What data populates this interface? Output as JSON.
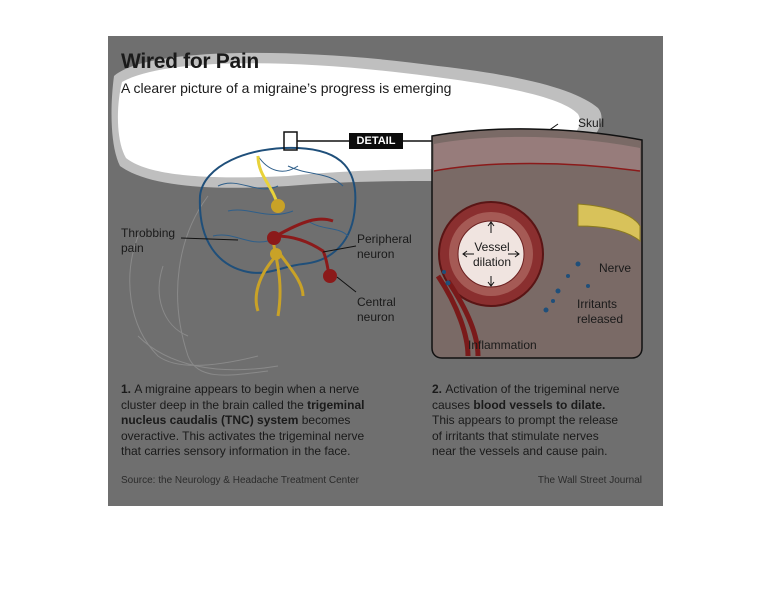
{
  "title": "Wired for Pain",
  "subtitle": "A clearer picture of a migraine’s progress is emerging",
  "detail_tag": "DETAIL",
  "labels": {
    "skull": "Skull",
    "throbbing_pain": [
      "Throbbing",
      "pain"
    ],
    "peripheral_neuron": [
      "Peripheral",
      "neuron"
    ],
    "central_neuron": [
      "Central",
      "neuron"
    ],
    "vessel_dilation": [
      "Vessel",
      "dilation"
    ],
    "nerve": "Nerve",
    "irritants_released": [
      "Irritants",
      "released"
    ],
    "inflammation": "Inflammation"
  },
  "captions": {
    "step1": {
      "number": "1.",
      "lines": [
        [
          {
            "t": "A migraine appears to begin when a nerve",
            "b": false
          }
        ],
        [
          {
            "t": "cluster deep in the brain called the ",
            "b": false
          },
          {
            "t": "trigeminal",
            "b": true
          }
        ],
        [
          {
            "t": "nucleus caudalis (TNC) system",
            "b": true
          },
          {
            "t": " becomes",
            "b": false
          }
        ],
        [
          {
            "t": "overactive. This activates the trigeminal nerve",
            "b": false
          }
        ],
        [
          {
            "t": "that carries sensory information in the face.",
            "b": false
          }
        ]
      ]
    },
    "step2": {
      "number": "2.",
      "lines": [
        [
          {
            "t": "Activation of the trigeminal nerve",
            "b": false
          }
        ],
        [
          {
            "t": "causes ",
            "b": false
          },
          {
            "t": "blood vessels to dilate.",
            "b": true
          }
        ],
        [
          {
            "t": "This appears to prompt the release",
            "b": false
          }
        ],
        [
          {
            "t": "of irritants that stimulate nerves",
            "b": false
          }
        ],
        [
          {
            "t": "near the vessels and cause pain.",
            "b": false
          }
        ]
      ]
    }
  },
  "footer": {
    "source": "Source: the Neurology & Headache Treatment Center",
    "credit": "The Wall Street Journal"
  },
  "colors": {
    "background": "#6f6f6f",
    "brain_outline": "#1f4f7a",
    "neuron_red": "#8b1a1a",
    "nerve_yellow": "#c9a227",
    "vessel_red": "#7a2020"
  }
}
